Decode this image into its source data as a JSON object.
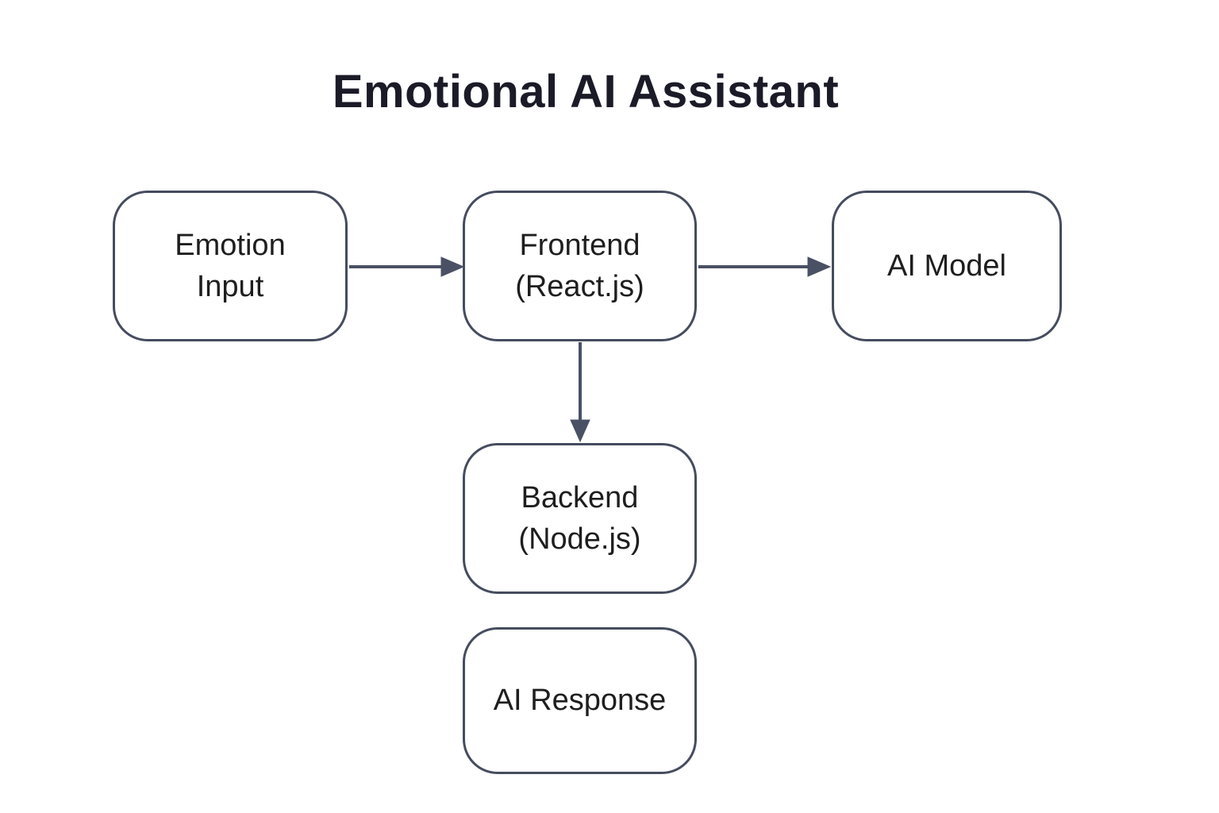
{
  "title": "Emotional AI Assistant",
  "colors": {
    "background": "#ffffff",
    "node_fill": "#ffffff",
    "node_border": "#454c5e",
    "arrow": "#4a5164",
    "node_text": "#1e1e1e",
    "title_text": "#1b1b28"
  },
  "diagram": {
    "nodes": [
      {
        "id": "emotion-input",
        "lines": [
          "Emotion",
          "Input"
        ]
      },
      {
        "id": "frontend",
        "lines": [
          "Frontend",
          "(React.js)"
        ]
      },
      {
        "id": "ai-model",
        "lines": [
          "AI Model"
        ]
      },
      {
        "id": "backend",
        "lines": [
          "Backend",
          "(Node.js)"
        ]
      },
      {
        "id": "ai-response",
        "lines": [
          "AI Response"
        ]
      }
    ],
    "edges": [
      {
        "from": "Emotion Input",
        "to": "Frontend (React.js)",
        "direction": "right"
      },
      {
        "from": "Frontend (React.js)",
        "to": "AI Model",
        "direction": "right"
      },
      {
        "from": "Frontend (React.js)",
        "to": "Backend (Node.js)",
        "direction": "down"
      }
    ]
  }
}
